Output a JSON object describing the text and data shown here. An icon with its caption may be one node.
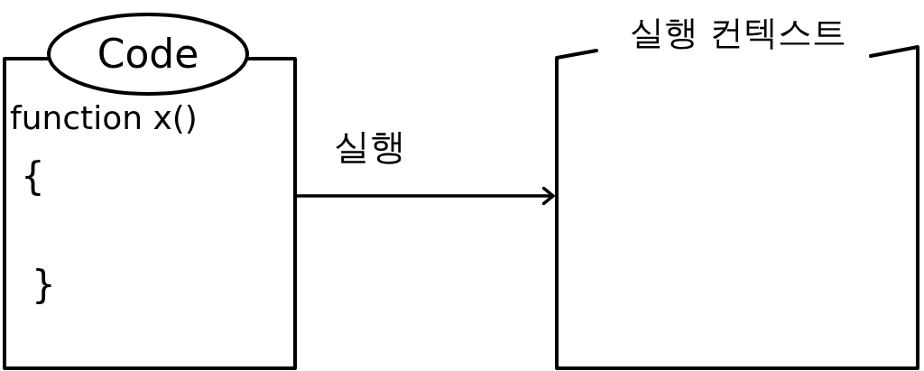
{
  "diagram": {
    "nodes": [
      {
        "text": [
          "function x()",
          "{",
          "}"
        ]
      },
      {
        "text": [
          "Code"
        ]
      },
      {
        "text": [
          "실행 컨텍스트"
        ]
      }
    ],
    "edges": [
      {
        "from": 0,
        "to": 2,
        "arrow": "to",
        "label": "실행"
      }
    ]
  }
}
